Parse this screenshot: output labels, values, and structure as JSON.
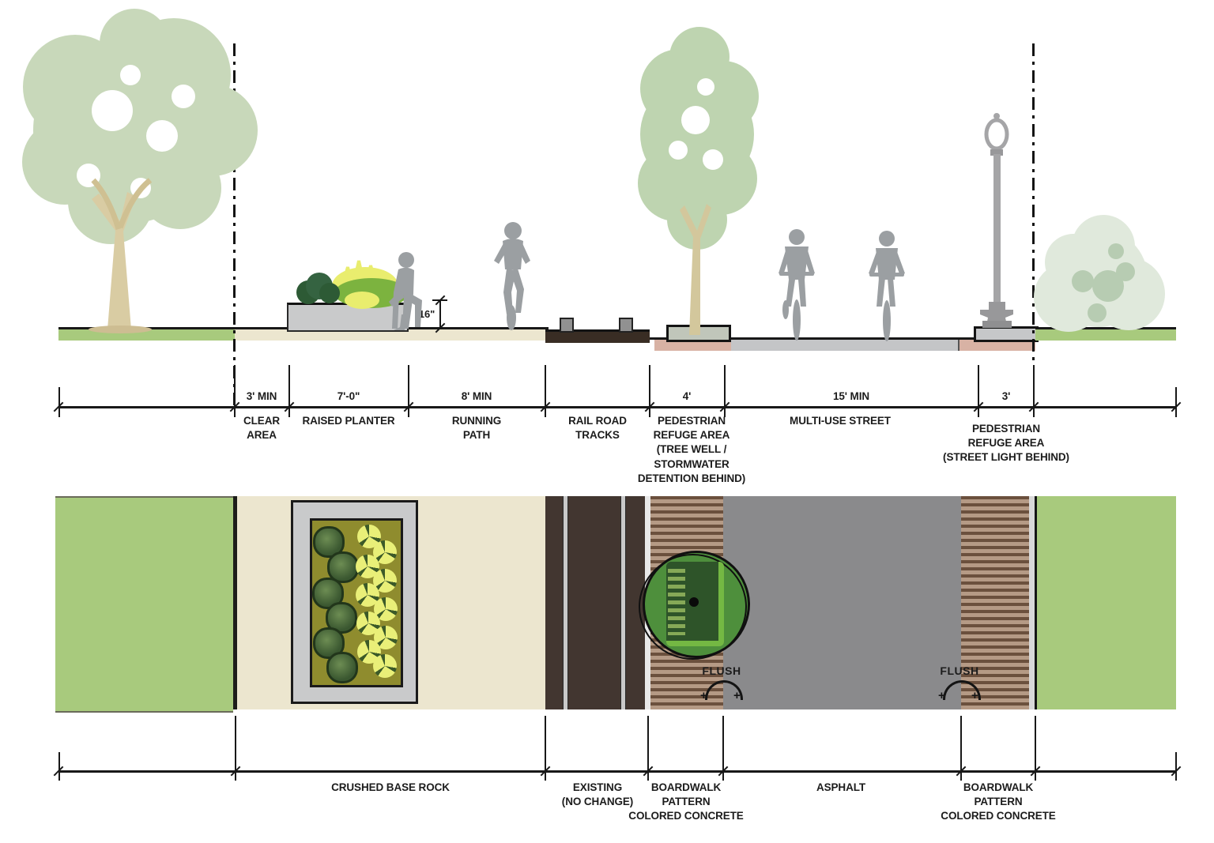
{
  "diagram_type": "streetscape cross-section and plan",
  "elevation": {
    "planter_height_label": "16\""
  },
  "top": {
    "segments": [
      {
        "value": "3' MIN",
        "label": "CLEAR\nAREA"
      },
      {
        "value": "7'-0\"",
        "label": "RAISED PLANTER"
      },
      {
        "value": "8' MIN",
        "label": "RUNNING\nPATH"
      },
      {
        "value": "",
        "label": "RAIL ROAD\nTRACKS"
      },
      {
        "value": "4'",
        "label": "PEDESTRIAN\nREFUGE AREA\n(TREE WELL /\nSTORMWATER\nDETENTION BEHIND)"
      },
      {
        "value": "15' MIN",
        "label": "MULTI-USE STREET"
      },
      {
        "value": "3'",
        "label": "PEDESTRIAN\nREFUGE AREA\n(STREET LIGHT BEHIND)"
      }
    ]
  },
  "bottom": {
    "segments": [
      {
        "label": "CRUSHED BASE ROCK"
      },
      {
        "label": "EXISTING\n(NO CHANGE)"
      },
      {
        "label": "BOARDWALK\nPATTERN\nCOLORED CONCRETE"
      },
      {
        "label": "ASPHALT"
      },
      {
        "label": "BOARDWALK\nPATTERN\nCOLORED CONCRETE"
      }
    ]
  },
  "plan": {
    "flush_left": "FLUSH",
    "flush_right": "FLUSH",
    "flush_plus": "+"
  },
  "colors": {
    "grass": "#a8ca7d",
    "crushed_base_rock": "#ece6cf",
    "railroad_brown": "#423630",
    "railroad_elevation": "#392d24",
    "boardwalk_dark": "#6b503d",
    "boardwalk_light": "#b59a85",
    "asphalt_plan": "#8a8a8c",
    "asphalt_elevation": "#c4c5c7",
    "refuge_pink": "#d8b2a4",
    "planter_gray": "#c9cacb",
    "planter_bed_olive": "#8f8c2e",
    "tree_canopy": "#c8d8ba",
    "trunk_tan": "#d9cca3",
    "silhouette_gray": "#9b9fa2",
    "treewell_green": "#4e8f3c",
    "treewell_dark_green": "#2e5429"
  }
}
